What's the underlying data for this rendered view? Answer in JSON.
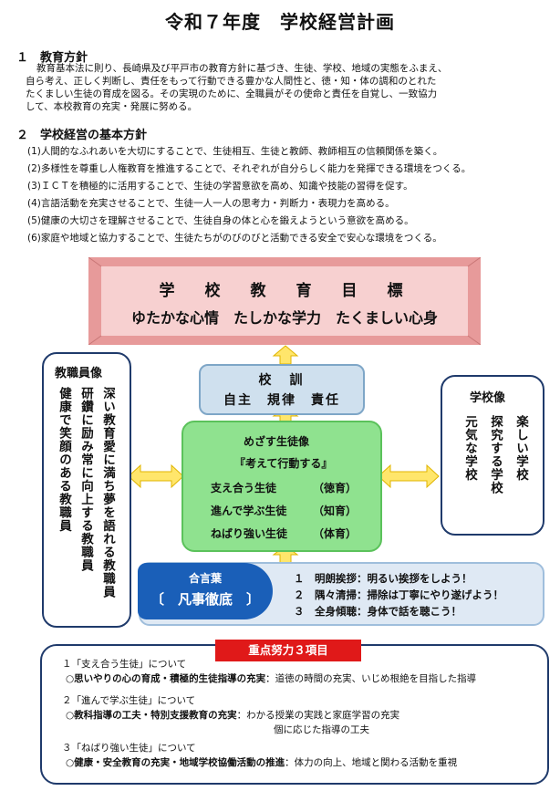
{
  "title": "令和７年度　学校経営計画",
  "policy": {
    "heading": "１　教育方針",
    "lines": [
      "教育基本法に則り、長崎県及び平戸市の教育方針に基づき、生徒、学校、地域の実態をふまえ、",
      "自ら考え、正しく判断し、責任をもって行動できる豊かな人間性と、徳・知・体の調和のとれた",
      "たくましい生徒の育成を図る。その実現のために、全職員がその使命と責任を自覚し、一致協力",
      "して、本校教育の充実・発展に努める。"
    ]
  },
  "management": {
    "heading": "２　学校経営の基本方針",
    "items": [
      "(1)人間的なふれあいを大切にすることで、生徒相互、生徒と教師、教師相互の信頼関係を築く。",
      "(2)多様性を尊重し人権教育を推進することで、それぞれが自分らしく能力を発揮できる環境をつくる。",
      "(3)ＩＣＴを積極的に活用することで、生徒の学習意欲を高め、知識や技能の習得を促す。",
      "(4)言語活動を充実させることで、生徒一人一人の思考力・判断力・表現力を高める。",
      "(5)健康の大切さを理解させることで、生徒自身の体と心を鍛えようという意欲を高める。",
      "(6)家庭や地域と協力することで、生徒たちがのびのびと活動できる安全で安心な環境をつくる。"
    ]
  },
  "goal": {
    "heading": "学　校　教　育　目　標",
    "text": "ゆたかな心情　たしかな学力　たくましい心身"
  },
  "staff": {
    "title": "教職員像",
    "columns": [
      "深い教育愛に満ち夢を語れる教職員",
      "研鑽に励み常に向上する教職員",
      "健康で笑顔のある教職員"
    ]
  },
  "school": {
    "title": "学校像",
    "columns": [
      "楽しい学校",
      "探究する学校",
      "元気な学校"
    ]
  },
  "motto": {
    "title": "校　訓",
    "words": "自主　規律　責任"
  },
  "students": {
    "title": "めざす生徒像",
    "slogan": "『考えて行動する』",
    "items": [
      {
        "label": "支え合う生徒",
        "area": "（徳育）"
      },
      {
        "label": "進んで学ぶ生徒",
        "area": "（知育）"
      },
      {
        "label": "ねばり強い生徒",
        "area": "（体育）"
      }
    ]
  },
  "watchwords": {
    "label": "合言葉",
    "phrase": "〔　凡事徹底　〕",
    "items": [
      "１　明朗挨拶：明るい挨拶をしよう！",
      "２　隅々清掃：掃除は丁寧にやり遂げよう！",
      "３　全身傾聴：身体で話を聴こう！"
    ]
  },
  "focus": {
    "tag": "重点努力３項目",
    "items": [
      {
        "heading": "１「支え合う生徒」について",
        "bold": "○思いやりの心の育成・積極的生徒指導の充実",
        "rest": "：道徳の時間の充実、いじめ根絶を目指した指導",
        "extra": ""
      },
      {
        "heading": "２「進んで学ぶ生徒」について",
        "bold": "○教科指導の工夫・特別支援教育の充実",
        "rest": "：わかる授業の実践と家庭学習の充実",
        "extra": "個に応じた指導の工夫"
      },
      {
        "heading": "３「ねばり強い生徒」について",
        "bold": "○健康・安全教育の充実・地域学校協働活動の推進",
        "rest": "：体力の向上、地域と関わる活動を重視",
        "extra": ""
      }
    ]
  },
  "colors": {
    "banner_outer": "#e79a9a",
    "banner_inner": "#f7d0d0",
    "motto_bg": "#cfe0ee",
    "green": "#8fe28f",
    "label_blue": "#1a5fb8",
    "tag_red": "#e01919",
    "arrow_yellow": "#ffe66b",
    "navy": "#1f3a6b"
  }
}
